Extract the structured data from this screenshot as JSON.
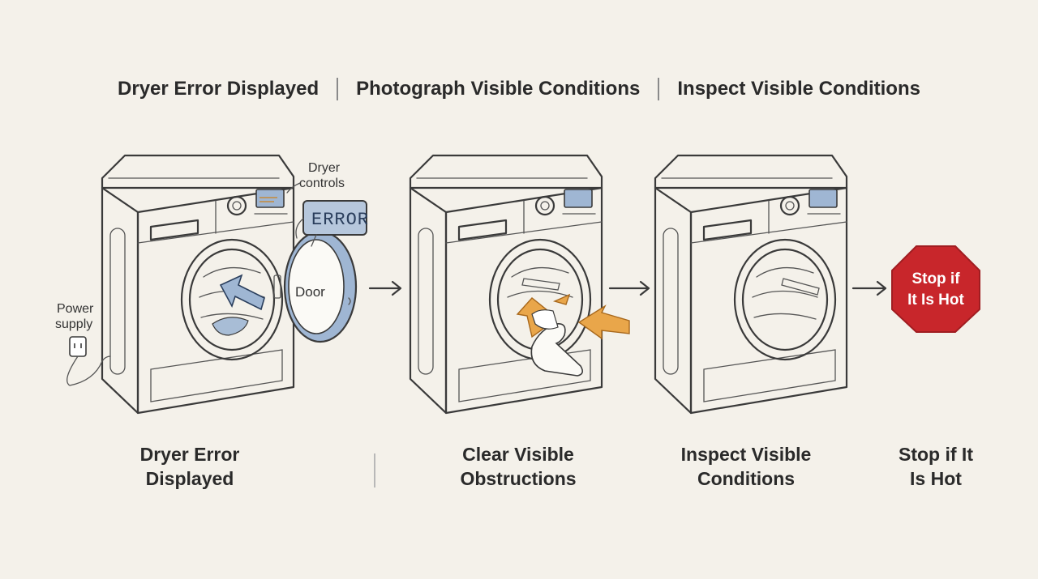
{
  "header": {
    "steps": [
      "Dryer Error Displayed",
      "Photograph Visible Conditions",
      "Inspect Visible Conditions"
    ]
  },
  "callouts": {
    "dryer_controls": [
      "Dryer",
      "controls"
    ],
    "error_badge": "ERROR",
    "door": "Door",
    "power_supply": [
      "Power",
      "supply"
    ]
  },
  "stop_sign": {
    "lines": [
      "Stop if",
      "It Is Hot"
    ],
    "color": "#c8262b"
  },
  "step_labels": [
    {
      "lines": [
        "Dryer Error",
        "Displayed"
      ]
    },
    {
      "lines": [
        "Clear Visible",
        "Obstructions"
      ]
    },
    {
      "lines": [
        "Inspect Visible",
        "Conditions"
      ]
    },
    {
      "lines": [
        "Stop if It",
        "Is Hot"
      ]
    }
  ],
  "colors": {
    "accent_blue": "#9fb6d3",
    "accent_orange": "#e9a64a",
    "background": "#f4f1ea"
  }
}
